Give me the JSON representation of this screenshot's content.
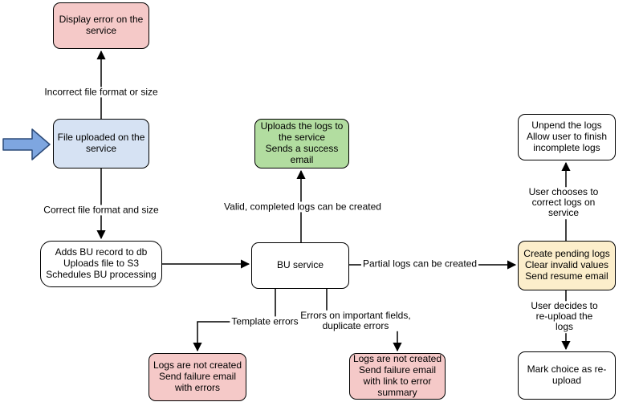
{
  "diagram": {
    "type": "flowchart",
    "colors": {
      "pink_fill": "#f5c9c8",
      "blue_fill": "#d6e2f3",
      "green_fill": "#b2dda0",
      "yellow_fill": "#fceecb",
      "white_fill": "#ffffff",
      "border": "#000000",
      "line": "#000000",
      "start_arrow_fill": "#7ea6e0",
      "start_arrow_stroke": "#2c4a78"
    },
    "nodes": [
      {
        "id": "display-error",
        "label": "Display error on the\nservice"
      },
      {
        "id": "file-uploaded",
        "label": "File uploaded on the\nservice"
      },
      {
        "id": "add-record",
        "label": "Adds BU record to db\nUploads file to S3\nSchedules BU processing"
      },
      {
        "id": "bu-service",
        "label": "BU service"
      },
      {
        "id": "upload-success",
        "label": "Uploads the logs to\nthe service\nSends a success\nemail"
      },
      {
        "id": "unpend-logs",
        "label": "Unpend the logs\nAllow user to finish\nincomplete logs"
      },
      {
        "id": "create-pending",
        "label": "Create pending logs\nClear invalid values\nSend resume email"
      },
      {
        "id": "mark-reupload",
        "label": "Mark choice as re-\nupload"
      },
      {
        "id": "failure-errors",
        "label": "Logs are not created\nSend failure email\nwith errors"
      },
      {
        "id": "failure-summary",
        "label": "Logs are not created\nSend failure email\nwith link to error\nsummary"
      }
    ],
    "edge_labels": [
      {
        "id": "incorrect-format",
        "text": "Incorrect file format or size"
      },
      {
        "id": "correct-format",
        "text": "Correct file format and size"
      },
      {
        "id": "valid-logs",
        "text": "Valid, completed logs can be created"
      },
      {
        "id": "partial-logs",
        "text": "Partial logs can be created"
      },
      {
        "id": "correct-on-service",
        "text": "User chooses to correct logs on service"
      },
      {
        "id": "reupload",
        "text": "User decides to re-upload the logs"
      },
      {
        "id": "template-errors",
        "text": "Template errors"
      },
      {
        "id": "important-field-errors",
        "text": "Errors on important fields,\nduplicate errors"
      }
    ]
  }
}
